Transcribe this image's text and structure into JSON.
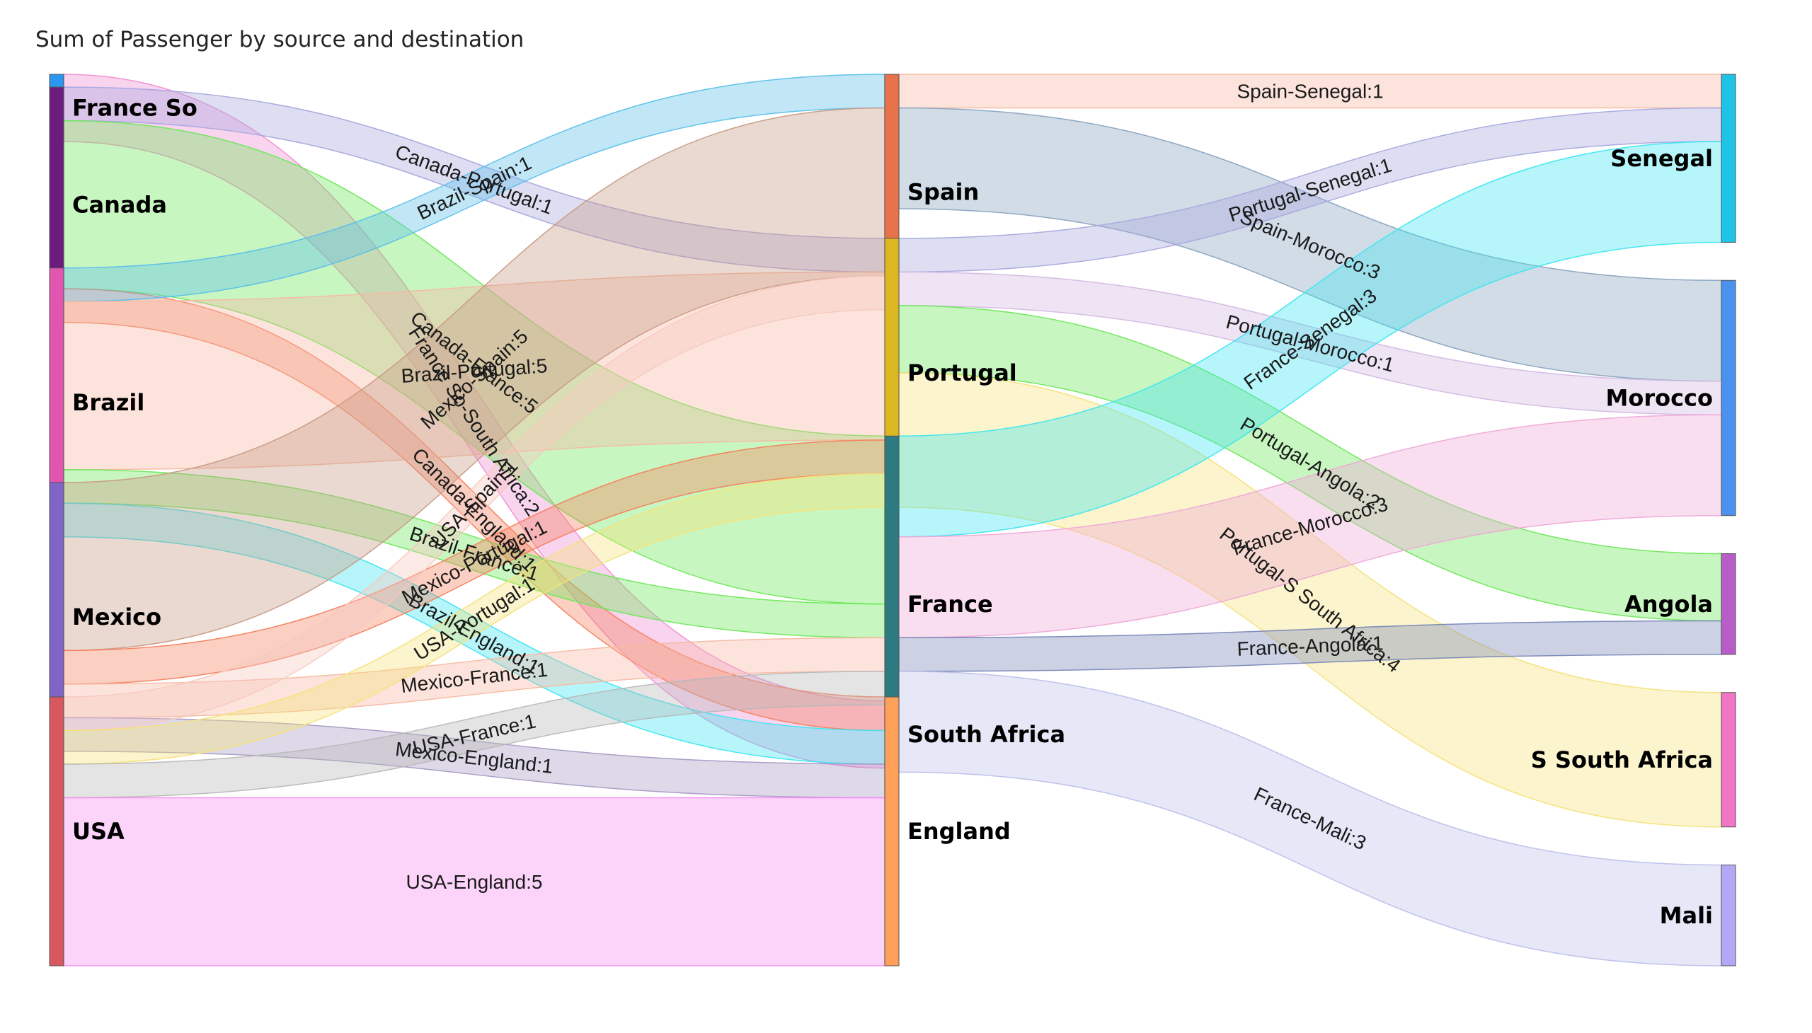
{
  "title": "Sum of Passenger by source and destination",
  "chart_data": {
    "type": "sankey",
    "title": "Sum of Passenger by source and destination",
    "columns": [
      [
        {
          "id": "France So",
          "label": "France So",
          "color": "#2b96f0"
        },
        {
          "id": "Canada",
          "label": "Canada",
          "color": "#6b1c7e"
        },
        {
          "id": "Brazil",
          "label": "Brazil",
          "color": "#e056b1"
        },
        {
          "id": "Mexico",
          "label": "Mexico",
          "color": "#8064c8"
        },
        {
          "id": "USA",
          "label": "USA",
          "color": "#d9575f"
        }
      ],
      [
        {
          "id": "Spain",
          "label": "Spain",
          "color": "#e8734a"
        },
        {
          "id": "Portugal",
          "label": "Portugal",
          "color": "#ddb722"
        },
        {
          "id": "France",
          "label": "France",
          "color": "#2d7b80"
        },
        {
          "id": "South Africa",
          "label": "South Africa",
          "color": "#2da84a"
        },
        {
          "id": "England",
          "label": "England",
          "color": "#ffa05a"
        }
      ],
      [
        {
          "id": "Senegal",
          "label": "Senegal",
          "color": "#1fc3e8"
        },
        {
          "id": "Morocco",
          "label": "Morocco",
          "color": "#4a92ee"
        },
        {
          "id": "Angola",
          "label": "Angola",
          "color": "#b85cc8"
        },
        {
          "id": "S South Africa",
          "label": "S South Africa",
          "color": "#f075c4"
        },
        {
          "id": "Mali",
          "label": "Mali",
          "color": "#b3a8f5"
        }
      ]
    ],
    "links": [
      {
        "source": "France So",
        "target": "South Africa",
        "value": 2,
        "label": "France So-South Africa:2",
        "color": "#f08fd4"
      },
      {
        "source": "Canada",
        "target": "Portugal",
        "value": 1,
        "label": "Canada-Portugal:1",
        "color": "#a8a8de"
      },
      {
        "source": "Canada",
        "target": "France",
        "value": 5,
        "label": "Canada-France:5",
        "color": "#6ee85a"
      },
      {
        "source": "Canada",
        "target": "England",
        "value": 1,
        "label": "Canada-England:1",
        "color": "#f5805e"
      },
      {
        "source": "Brazil",
        "target": "Spain",
        "value": 1,
        "label": "Brazil-Spain:1",
        "color": "#5cc0ea"
      },
      {
        "source": "Brazil",
        "target": "Portugal",
        "value": 5,
        "label": "Brazil-Portugal:5",
        "color": "#f7b9a2"
      },
      {
        "source": "Brazil",
        "target": "France",
        "value": 1,
        "label": "Brazil-France:1",
        "color": "#6ee85a"
      },
      {
        "source": "Brazil",
        "target": "England",
        "value": 1,
        "label": "Brazil-England:1",
        "color": "#3ee6f0"
      },
      {
        "source": "Mexico",
        "target": "Spain",
        "value": 5,
        "label": "Mexico-Spain:5",
        "color": "#c99b86"
      },
      {
        "source": "Mexico",
        "target": "Portugal",
        "value": 1,
        "label": "Mexico-Portugal:1",
        "color": "#f5805e"
      },
      {
        "source": "Mexico",
        "target": "France",
        "value": 1,
        "label": "Mexico-France:1",
        "color": "#f7b9a2"
      },
      {
        "source": "Mexico",
        "target": "England",
        "value": 1,
        "label": "Mexico-England:1",
        "color": "#a89ac4"
      },
      {
        "source": "USA",
        "target": "Spain",
        "value": 1,
        "label": "USA-Spain:1",
        "color": "#f7c9bf"
      },
      {
        "source": "USA",
        "target": "Portugal",
        "value": 1,
        "label": "USA-Portugal:1",
        "color": "#f5e27a"
      },
      {
        "source": "USA",
        "target": "France",
        "value": 1,
        "label": "USA-France:1",
        "color": "#b8b8b8"
      },
      {
        "source": "USA",
        "target": "England",
        "value": 5,
        "label": "USA-England:5",
        "color": "#f78ff0"
      },
      {
        "source": "Spain",
        "target": "Senegal",
        "value": 1,
        "label": "Spain-Senegal:1",
        "color": "#f7b9a2"
      },
      {
        "source": "Spain",
        "target": "Morocco",
        "value": 3,
        "label": "Spain-Morocco:3",
        "color": "#8aa4c0"
      },
      {
        "source": "Portugal",
        "target": "Senegal",
        "value": 1,
        "label": "Portugal-Senegal:1",
        "color": "#a8a8de"
      },
      {
        "source": "Portugal",
        "target": "Morocco",
        "value": 1,
        "label": "Portugal-Morocco:1",
        "color": "#d4b9e3"
      },
      {
        "source": "Portugal",
        "target": "Angola",
        "value": 2,
        "label": "Portugal-Angola:2",
        "color": "#6ee85a"
      },
      {
        "source": "Portugal",
        "target": "S South Africa",
        "value": 4,
        "label": "Portugal-S South Africa:4",
        "color": "#f5e27a"
      },
      {
        "source": "France",
        "target": "Senegal",
        "value": 3,
        "label": "France-Senegal:3",
        "color": "#3ee6f0"
      },
      {
        "source": "France",
        "target": "Morocco",
        "value": 3,
        "label": "France-Morocco:3",
        "color": "#f0a8d8"
      },
      {
        "source": "France",
        "target": "Angola",
        "value": 1,
        "label": "France-Angola:1",
        "color": "#7a88b8"
      },
      {
        "source": "France",
        "target": "Mali",
        "value": 3,
        "label": "France-Mali:3",
        "color": "#bcc0ea"
      }
    ]
  }
}
